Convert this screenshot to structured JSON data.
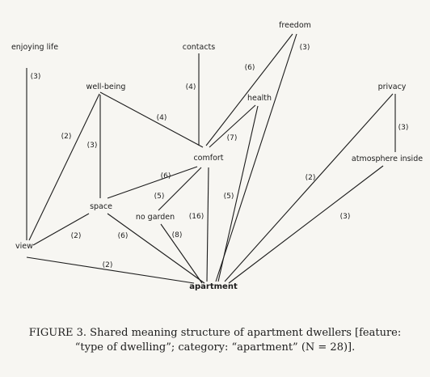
{
  "diagram": {
    "nodes": [
      {
        "id": "enjoying_life",
        "label": "enjoying life"
      },
      {
        "id": "contacts",
        "label": "contacts"
      },
      {
        "id": "freedom",
        "label": "freedom"
      },
      {
        "id": "well_being",
        "label": "well-being"
      },
      {
        "id": "health",
        "label": "health"
      },
      {
        "id": "privacy",
        "label": "privacy"
      },
      {
        "id": "comfort",
        "label": "comfort"
      },
      {
        "id": "atmosphere_inside",
        "label": "atmosphere inside"
      },
      {
        "id": "space",
        "label": "space"
      },
      {
        "id": "no_garden",
        "label": "no garden"
      },
      {
        "id": "view",
        "label": "view"
      },
      {
        "id": "apartment",
        "label": "apartment",
        "bold": true
      }
    ],
    "edges": [
      {
        "from": "enjoying_life",
        "to": "view",
        "weight": "(3)"
      },
      {
        "from": "well_being",
        "to": "view",
        "weight": "(2)"
      },
      {
        "from": "well_being",
        "to": "space",
        "weight": "(3)"
      },
      {
        "from": "well_being",
        "to": "comfort",
        "weight": "(4)"
      },
      {
        "from": "contacts",
        "to": "comfort",
        "weight": "(4)"
      },
      {
        "from": "freedom",
        "to": "comfort",
        "weight": "(6)"
      },
      {
        "from": "freedom",
        "to": "apartment",
        "weight": "(3)"
      },
      {
        "from": "health",
        "to": "comfort",
        "weight": "(7)"
      },
      {
        "from": "health",
        "to": "apartment",
        "weight": "(5)"
      },
      {
        "from": "privacy",
        "to": "atmosphere_inside",
        "weight": "(3)"
      },
      {
        "from": "privacy",
        "to": "apartment",
        "weight": "(2)"
      },
      {
        "from": "atmosphere_inside",
        "to": "apartment",
        "weight": "(3)"
      },
      {
        "from": "comfort",
        "to": "space",
        "weight": "(6)"
      },
      {
        "from": "comfort",
        "to": "no_garden",
        "weight": "(5)"
      },
      {
        "from": "comfort",
        "to": "apartment",
        "weight": "(16)"
      },
      {
        "from": "space",
        "to": "view",
        "weight": "(2)"
      },
      {
        "from": "space",
        "to": "apartment",
        "weight": "(6)"
      },
      {
        "from": "no_garden",
        "to": "apartment",
        "weight": "(8)"
      },
      {
        "from": "view",
        "to": "apartment",
        "weight": "(2)"
      }
    ]
  },
  "caption": {
    "line1": "FIGURE 3.  Shared meaning structure of apartment dwellers [feature:",
    "line2": "“type of dwelling”; category: “apartment” (N = 28)]."
  }
}
